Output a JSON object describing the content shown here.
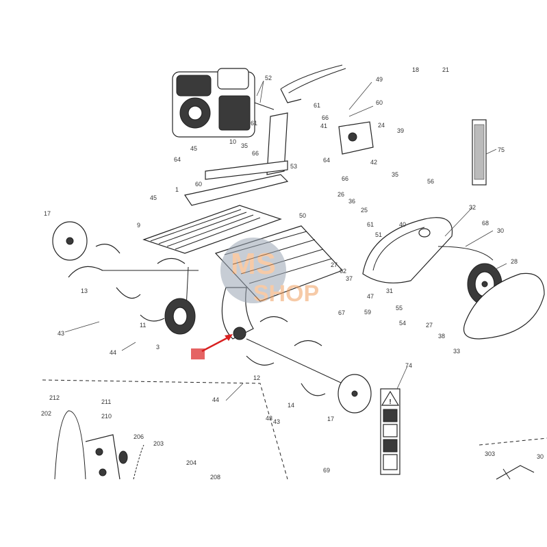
{
  "labels": {
    "l1": "1",
    "l3": "3",
    "l9": "9",
    "l10": "10",
    "l11": "11",
    "l12": "12",
    "l13": "13",
    "l14": "14",
    "l17a": "17",
    "l17b": "17",
    "l18": "18",
    "l21": "21",
    "l24": "24",
    "l25": "25",
    "l26": "26",
    "l27a": "27",
    "l27b": "27",
    "l28": "28",
    "l30": "30",
    "l31": "31",
    "l32": "32",
    "l33": "33",
    "l35a": "35",
    "l35b": "35",
    "l36": "36",
    "l37": "37",
    "l38": "38",
    "l39": "39",
    "l40": "40",
    "l41": "41",
    "l42": "42",
    "l43a": "43",
    "l43b": "43",
    "l43c": "43",
    "l44a": "44",
    "l44b": "44",
    "l45a": "45",
    "l45b": "45",
    "l47": "47",
    "l49": "49",
    "l50": "50",
    "l51": "51",
    "l52": "52",
    "l53": "53",
    "l54": "54",
    "l55": "55",
    "l56": "56",
    "l59": "59",
    "l60a": "60",
    "l60b": "60",
    "l61a": "61",
    "l61b": "61",
    "l61c": "61",
    "l62": "62",
    "l64a": "64",
    "l64b": "64",
    "l66a": "66",
    "l66b": "66",
    "l66c": "66",
    "l67": "67",
    "l68": "68",
    "l69": "69",
    "l74": "74",
    "l75": "75",
    "l202": "202",
    "l203": "203",
    "l204": "204",
    "l206": "206",
    "l208": "208",
    "l210": "210",
    "l211": "211",
    "l212": "212",
    "l303": "303",
    "l30x": "30"
  },
  "watermark": {
    "line1": "MS",
    "line2": "SHOP"
  },
  "colors": {
    "watermark_orange": "#f0a060",
    "watermark_grey": "#9aa6b4",
    "highlight_red": "#e04848",
    "arrow_red": "#d82020"
  },
  "icons": [
    "engine-drawing",
    "tine-assembly",
    "wheel",
    "belt-cover",
    "warning-decal-strip"
  ]
}
